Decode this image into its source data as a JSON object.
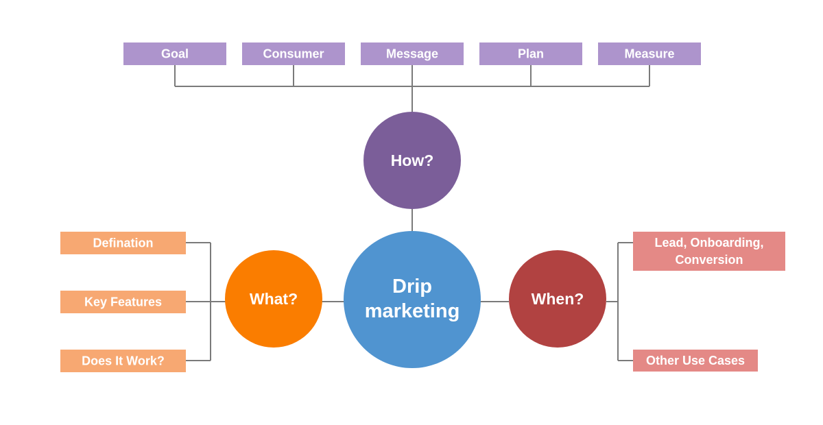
{
  "colors": {
    "how": "#7b5e99",
    "how_boxes": "#ad94cc",
    "what": "#fa7d00",
    "what_boxes": "#f7a872",
    "center": "#5094d0",
    "when": "#b14241",
    "when_boxes": "#e48986",
    "connector": "#7a7a7a"
  },
  "center": {
    "line1": "Drip",
    "line2": "marketing"
  },
  "how": {
    "label": "How?",
    "items": [
      "Goal",
      "Consumer",
      "Message",
      "Plan",
      "Measure"
    ]
  },
  "what": {
    "label": "What?",
    "items": [
      "Defination",
      "Key Features",
      "Does It Work?"
    ]
  },
  "when": {
    "label": "When?",
    "items": [
      {
        "line1": "Lead, Onboarding,",
        "line2": "Conversion"
      },
      {
        "line1": "Other Use Cases"
      }
    ]
  }
}
